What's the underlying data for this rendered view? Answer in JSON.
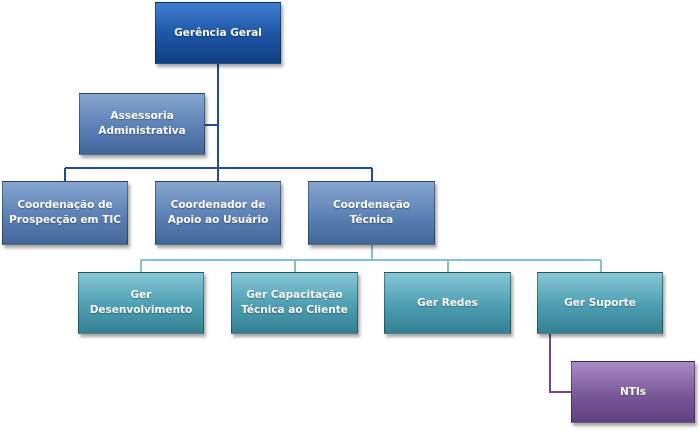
{
  "nodes": {
    "gerencia_geral": "Gerência Geral",
    "assessoria": "Assessoria Administrativa",
    "coord_prospeccao": "Coordenação de Prospecção em TIC",
    "coord_apoio": "Coordenador de Apoio ao Usuário",
    "coord_tecnica": "Coordenação Técnica",
    "ger_desenvolvimento": "Ger Desenvolvimento",
    "ger_capacitacao": "Ger Capacitação Técnica ao Cliente",
    "ger_redes": "Ger Redes",
    "ger_suporte": "Ger Suporte",
    "ntis": "NTIs"
  },
  "colors": {
    "top": "#1f56a8",
    "level1": "#5b80b5",
    "level2": "#4c9eb2",
    "level3": "#7a5899",
    "connector_top": "#1f4f8f",
    "connector_teal": "#7fc3d0",
    "connector_purple": "#6a4a8a"
  }
}
